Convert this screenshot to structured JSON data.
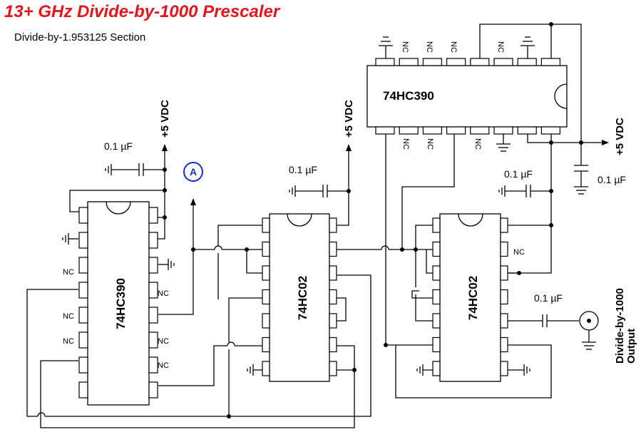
{
  "title": "13+ GHz Divide-by-1000 Prescaler",
  "subtitle": "Divide-by-1.953125 Section",
  "supply_label": "+5 VDC",
  "capacitor_label": "0.1 µF",
  "nc_label": "NC",
  "probe_label": "A",
  "chips": {
    "left_counter": "74HC390",
    "middle_gate": "74HC02",
    "top_counter": "74HC390",
    "right_gate": "74HC02"
  },
  "output_label": {
    "line1": "Divide-by-1000",
    "line2": "Output"
  },
  "colors": {
    "title": "#e8141b",
    "probe": "#1a2ad8",
    "wire": "#000000"
  }
}
